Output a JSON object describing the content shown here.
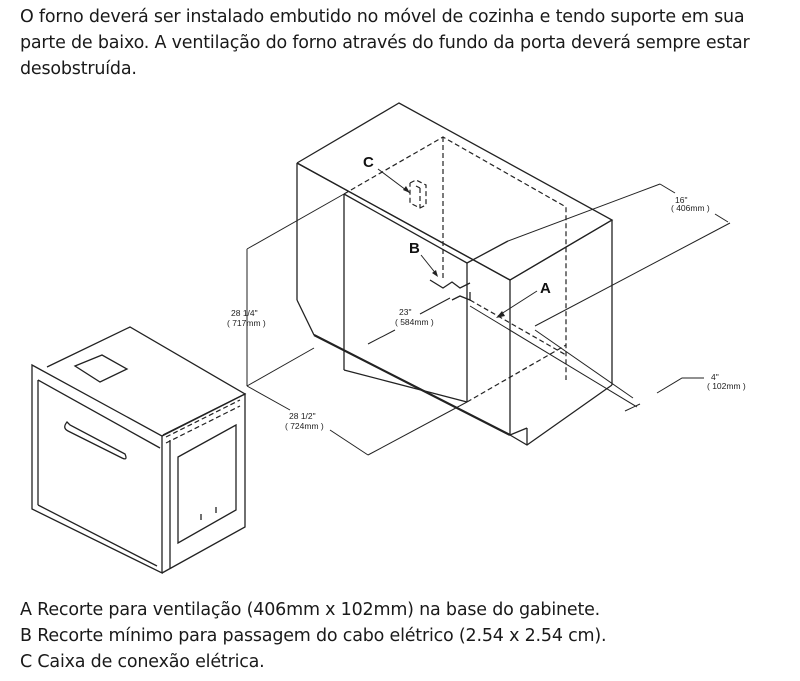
{
  "intro": {
    "text": "O forno deverá ser instalado embutido no móvel de cozinha e tendo suporte em sua parte de baixo. A ventilação do forno através do fundo da porta deverá sempre estar desobstruída."
  },
  "figure": {
    "callouts": {
      "a": "A",
      "b": "B",
      "c": "C"
    },
    "dimensions": {
      "height": {
        "imperial": "28 1/4\"",
        "metric": "( 717mm )"
      },
      "width": {
        "imperial": "28 1/2\"",
        "metric": "( 724mm )"
      },
      "depth": {
        "imperial": "23\"",
        "metric": "( 584mm )"
      },
      "vent_length": {
        "imperial": "16\"",
        "metric": "( 406mm )"
      },
      "vent_depth": {
        "imperial": "4\"",
        "metric": "( 102mm )"
      }
    }
  },
  "legend": {
    "items": [
      {
        "key": "A",
        "text": "Recorte para ventilação (406mm x 102mm) na base do gabinete."
      },
      {
        "key": "B",
        "text": "Recorte mínimo para passagem do cabo elétrico (2.54 x 2.54 cm)."
      },
      {
        "key": "C",
        "text": "Caixa de conexão elétrica."
      }
    ]
  }
}
